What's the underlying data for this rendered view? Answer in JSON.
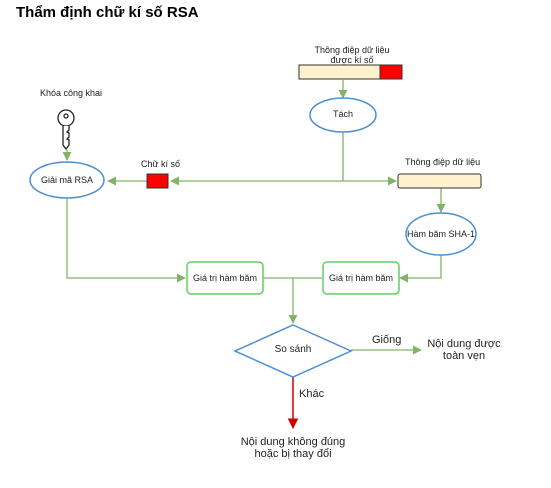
{
  "title": "Thẩm định chữ kí số RSA",
  "signed_message_label_1": "Thông điệp dữ liệu",
  "signed_message_label_2": "được kí số",
  "public_key_label": "Khóa công khai",
  "split_label": "Tách",
  "decrypt_label": "Giải mã RSA",
  "signature_label": "Chữ kí số",
  "message_label": "Thông điệp dữ liệu",
  "hash_fn_label": "Hàm băm SHA-1",
  "hash_value_left": "Giá trị hàm băm",
  "hash_value_right": "Giá trị hàm băm",
  "compare_label": "So sánh",
  "same_label": "Giống",
  "same_result_1": "Nội dung được",
  "same_result_2": "toàn vẹn",
  "diff_label": "Khác",
  "diff_result_1": "Nội dung không đúng",
  "diff_result_2": "hoặc bị thay đổi",
  "colors": {
    "ellipse_stroke": "#4a8fd4",
    "arrow_green": "#82b366",
    "arrow_red": "#cc0000",
    "box_stroke": "#66cc66",
    "bar_fill": "#fff2cc",
    "bar_red": "#ff0000"
  },
  "icons": {
    "key": "key-icon"
  }
}
